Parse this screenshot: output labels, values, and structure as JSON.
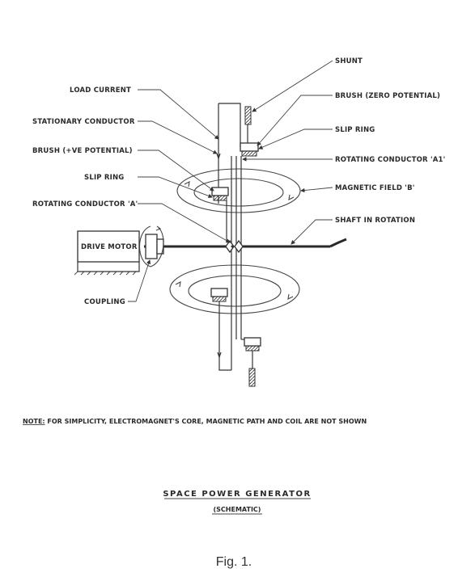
{
  "labels": {
    "shunt": "SHUNT",
    "brush_zero": "BRUSH (ZERO POTENTIAL)",
    "load_current": "LOAD CURRENT",
    "stationary_conductor": "STATIONARY CONDUCTOR",
    "slip_ring_top": "SLIP RING",
    "brush_positive": "BRUSH (+VE POTENTIAL)",
    "rotating_conductor_a1": "ROTATING CONDUCTOR 'A1'",
    "slip_ring_left": "SLIP RING",
    "magnetic_field_b": "MAGNETIC FIELD 'B'",
    "rotating_conductor_a": "ROTATING CONDUCTOR 'A'",
    "shaft_in_rotation": "SHAFT IN ROTATION",
    "drive_motor": "DRIVE MOTOR",
    "coupling": "COUPLING"
  },
  "note": {
    "prefix": "NOTE:",
    "text": " FOR SIMPLICITY, ELECTROMAGNET'S CORE, MAGNETIC PATH AND COIL ARE NOT SHOWN"
  },
  "title": "SPACE POWER GENERATOR",
  "subtitle": "(SCHEMATIC)",
  "figure_caption": "Fig. 1."
}
